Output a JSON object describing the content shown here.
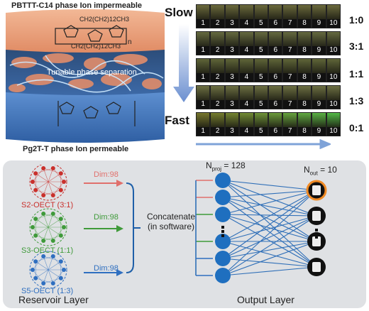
{
  "top_left": {
    "top_label": "PBTTT-C14 phase Ion impermeable",
    "middle_label": "Tunable phase separation",
    "bottom_label": "Pg2T-T phase Ion permeable",
    "chem_top_sub": "CH2(CH2)12CH3",
    "chem_bottom_sub": "CH2(CH2)12CH3",
    "repeat_n": "n",
    "colors": {
      "top_layer": "#e9a27e",
      "mid_layer": "#3a5f8e",
      "bottom_layer": "#4577bd",
      "phase_blob": "#d98a6c"
    }
  },
  "speed": {
    "slow": "Slow",
    "fast": "Fast"
  },
  "ratios": [
    "1:0",
    "3:1",
    "1:1",
    "1:3",
    "0:1"
  ],
  "frame_numbers": [
    "1",
    "2",
    "3",
    "4",
    "5",
    "6",
    "7",
    "8",
    "9",
    "10"
  ],
  "row_colors": [
    "#6b6a3c",
    "#656a40",
    "#5f6538",
    "#6d7042",
    "#7b8a3c"
  ],
  "bottom": {
    "reservoir_title": "Reservoir Layer",
    "output_title": "Output Layer",
    "concat_line1": "Concatenate",
    "concat_line2": "(in software)",
    "nproj": "N",
    "nproj_sub": "proj",
    "nproj_val": " = 128",
    "nout": "N",
    "nout_sub": "out",
    "nout_val": " = 10",
    "reservoirs": [
      {
        "label": "S2-OECT (3:1)",
        "dim": "Dim:98",
        "color": "#c9302c"
      },
      {
        "label": "S3-OECT (1:1)",
        "dim": "Dim:98",
        "color": "#3f9a3a"
      },
      {
        "label": "S5-OECT (1:3)",
        "dim": "Dim:98",
        "color": "#2f6fc0"
      }
    ],
    "node_color": "#1f6fbf",
    "output_icons": [
      "bag-icon",
      "shirt-icon",
      "shoe-icon",
      "trousers-icon"
    ]
  }
}
